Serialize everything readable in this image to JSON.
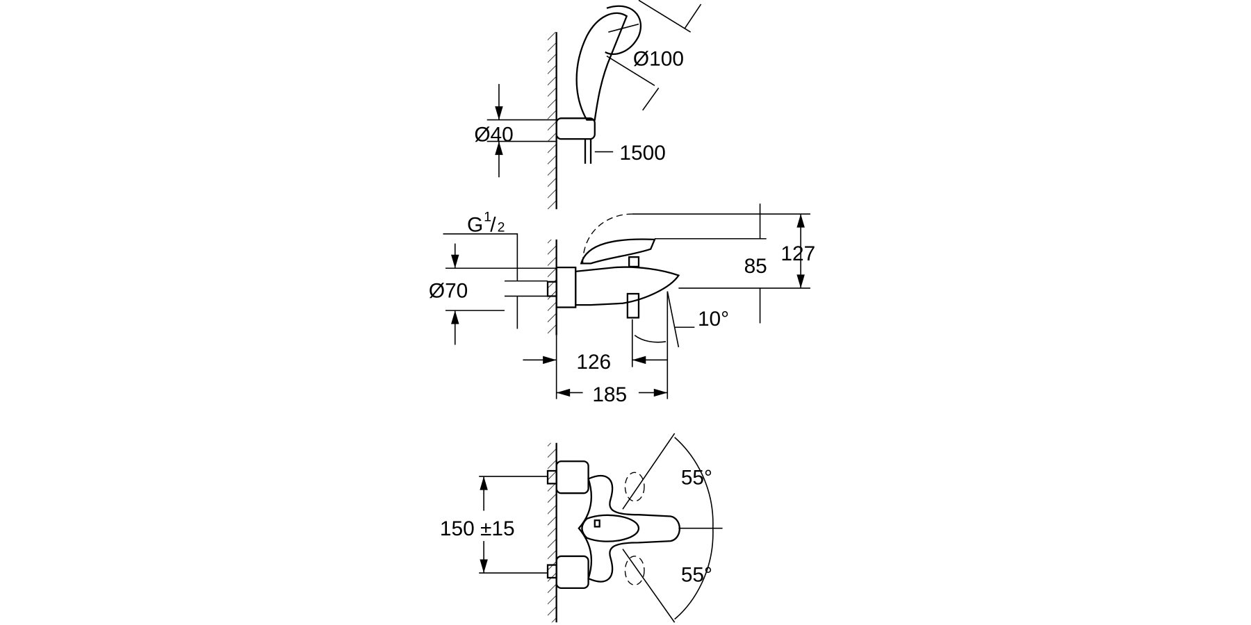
{
  "title": "Bath mixer with shower set – dimension drawing",
  "top_view": {
    "head_diameter": "Ø100",
    "holder_diameter": "Ø40",
    "hose_length": "1500"
  },
  "middle_view": {
    "thread": "G",
    "thread_num": "1",
    "thread_den": "2",
    "escutcheon_diameter": "Ø70",
    "height_spout": "85",
    "height_total": "127",
    "angle": "10°",
    "projection_outlet": "126",
    "projection_total": "185"
  },
  "bottom_view": {
    "centres": "150 ±15",
    "angle_upper": "55°",
    "angle_lower": "55°"
  }
}
